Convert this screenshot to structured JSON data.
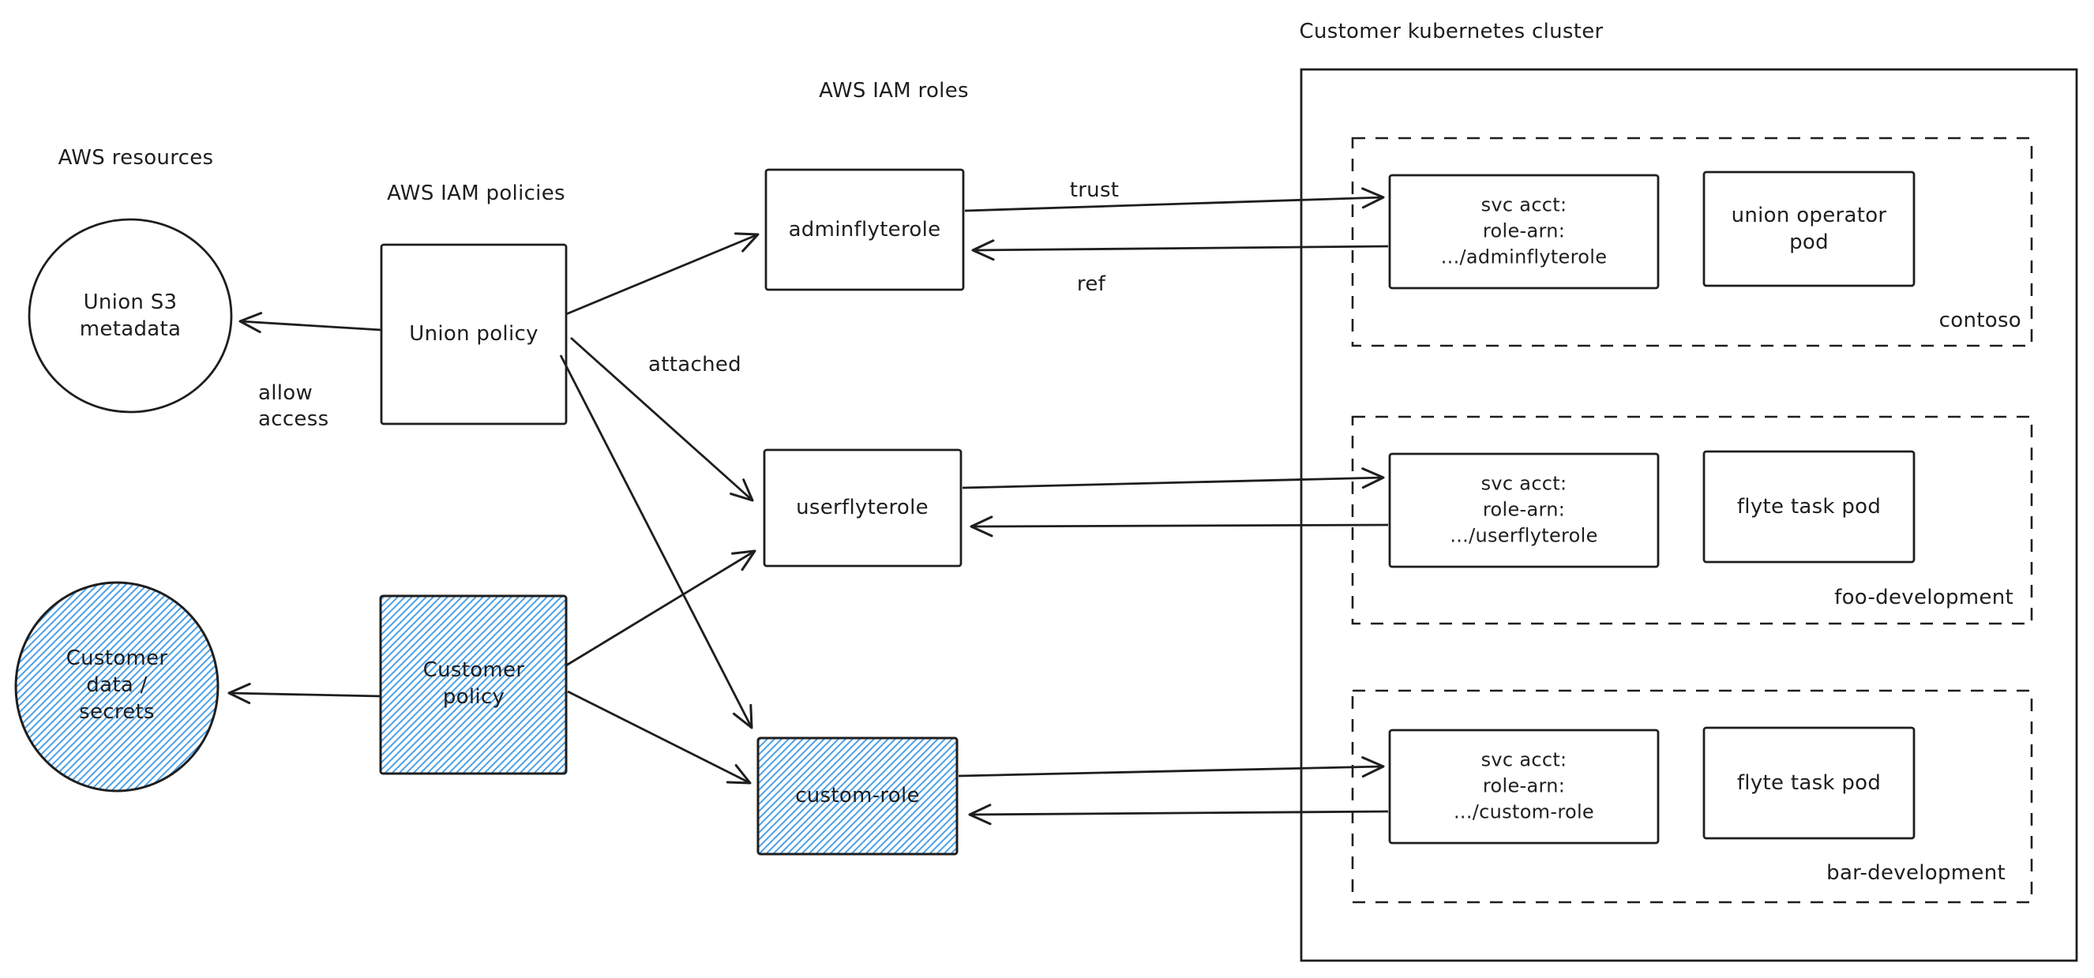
{
  "labels": {
    "aws_resources": "AWS resources",
    "aws_iam_policies": "AWS IAM policies",
    "aws_iam_roles": "AWS IAM roles",
    "cluster_title": "Customer kubernetes cluster",
    "allow_access": "allow\naccess",
    "attached": "attached",
    "trust": "trust",
    "ref": "ref"
  },
  "aws": {
    "union_s3": "Union S3\nmetadata",
    "customer_data": "Customer\ndata /\nsecrets",
    "union_policy": "Union policy",
    "customer_policy": "Customer\npolicy",
    "roles": {
      "admin": "adminflyterole",
      "user": "userflyterole",
      "custom": "custom-role"
    }
  },
  "cluster": {
    "namespaces": [
      {
        "name": "contoso",
        "svc_acct": "svc acct:\nrole-arn:\n.../adminflyterole",
        "pod": "union operator\npod"
      },
      {
        "name": "foo-development",
        "svc_acct": "svc acct:\nrole-arn:\n.../userflyterole",
        "pod": "flyte task pod"
      },
      {
        "name": "bar-development",
        "svc_acct": "svc acct:\nrole-arn:\n.../custom-role",
        "pod": "flyte task pod"
      }
    ]
  },
  "colors": {
    "ink": "#1e1e1e",
    "blue_hatch": "#4aa0e8"
  }
}
